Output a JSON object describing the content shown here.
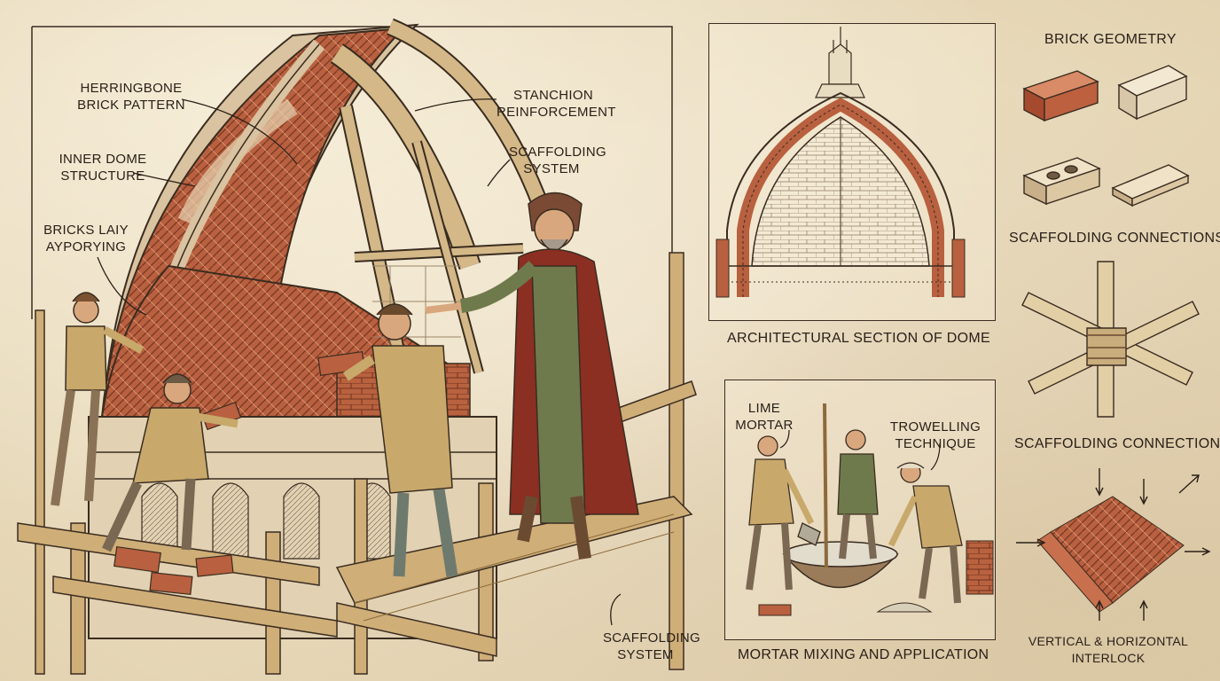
{
  "main_illustration": {
    "labels": {
      "herringbone": "HERRINGBONE\nBRICK PATTERN",
      "inner_dome": "INNER DOME\nSTRUCTURE",
      "bricks_laid": "BRICKS LAIY\nAYPORYING",
      "stanchion": "STANCHION\nREINFORCEMENT",
      "scaffolding_top": "SCAFFOLDING\nSYSTEM",
      "scaffolding_bottom": "SCAFFOLDING\nSYSTEM"
    }
  },
  "section_panel": {
    "caption": "ARCHITECTURAL SECTION OF DOME"
  },
  "mortar_panel": {
    "labels": {
      "lime_mortar": "LIME\nMORTAR",
      "trowelling": "TROWELLING\nTECHNIQUE"
    },
    "caption": "MORTAR MIXING AND APPLICATION"
  },
  "sidebar": {
    "brick_geometry_title": "BRICK GEOMETRY",
    "scaffolding_connections_1": "SCAFFOLDING CONNECTIONS",
    "scaffolding_connections_2": "SCAFFOLDING CONNECTIONS",
    "interlock_caption": "VERTICAL & HORIZONTAL\nINTERLOCK"
  },
  "colors": {
    "paper": "#efe4cc",
    "ink": "#2b2118",
    "brick": "#b8603f",
    "brick_dark": "#8d3f28",
    "wood": "#c9a772",
    "robe": "#8b2f22",
    "tunic": "#c8a96b",
    "green_robe": "#6f7a4c"
  }
}
